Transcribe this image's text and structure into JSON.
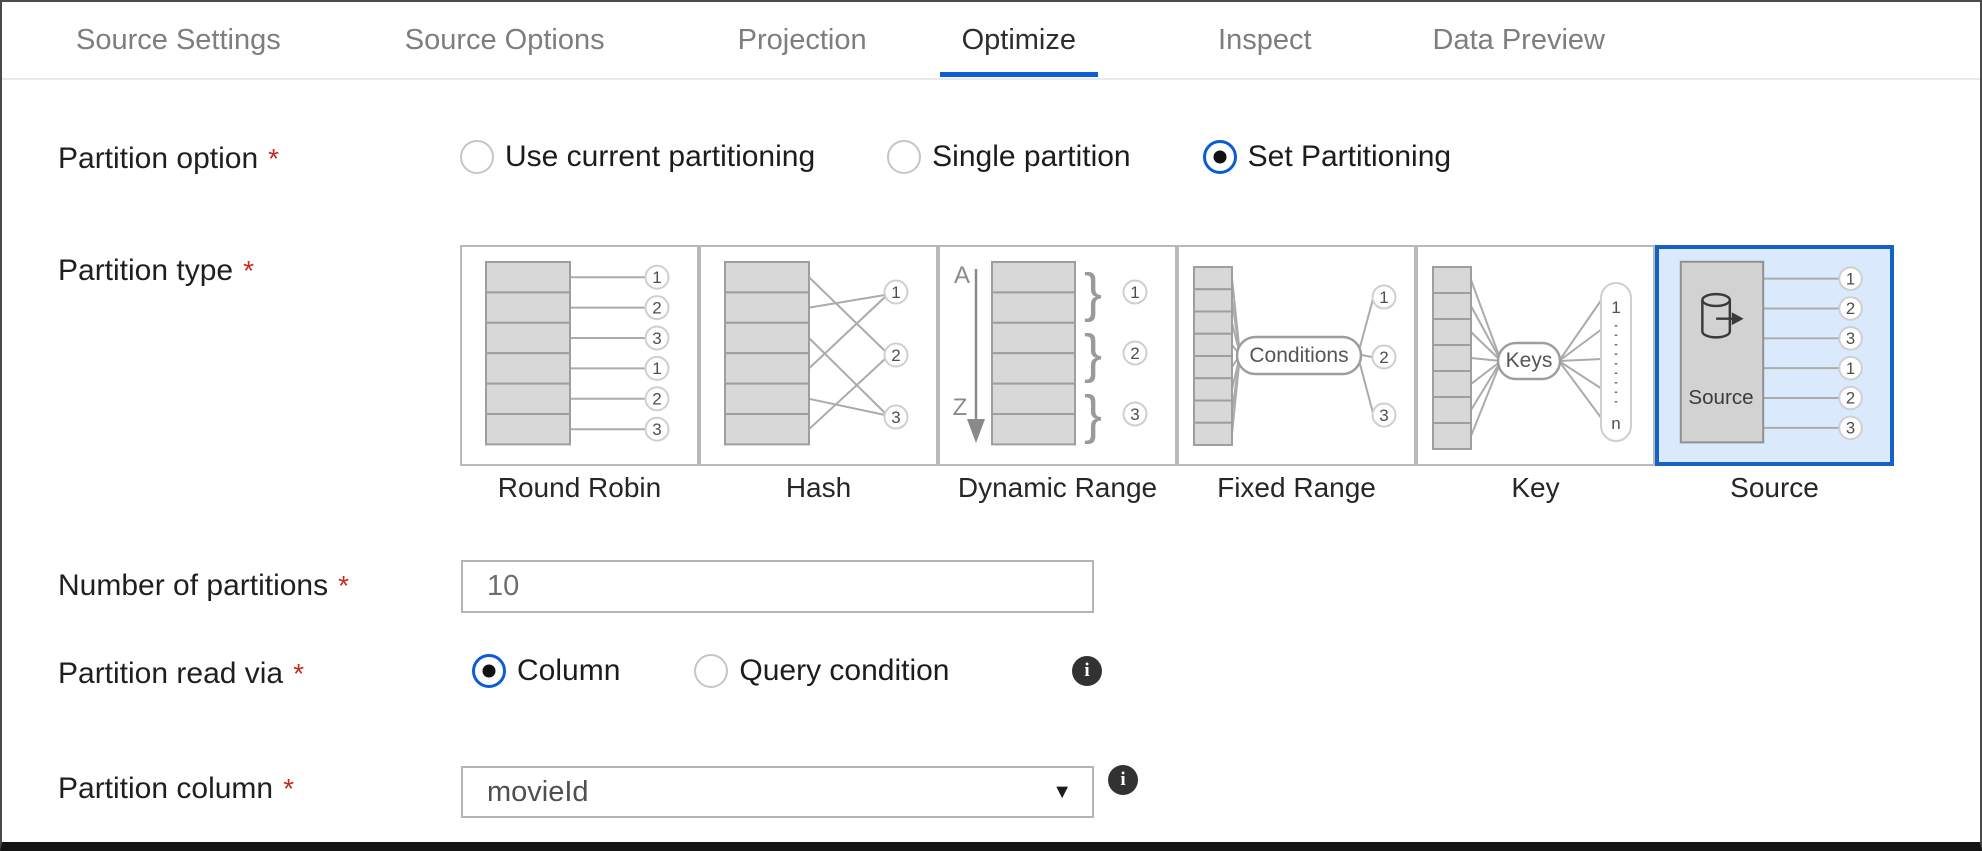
{
  "tabs": [
    {
      "label": "Source Settings",
      "active": false
    },
    {
      "label": "Source Options",
      "active": false
    },
    {
      "label": "Projection",
      "active": false
    },
    {
      "label": "Optimize",
      "active": true
    },
    {
      "label": "Inspect",
      "active": false
    },
    {
      "label": "Data Preview",
      "active": false
    }
  ],
  "form": {
    "partition_option": {
      "label": "Partition option",
      "required": "*",
      "options": [
        {
          "label": "Use current partitioning",
          "selected": false
        },
        {
          "label": "Single partition",
          "selected": false
        },
        {
          "label": "Set Partitioning",
          "selected": true
        }
      ]
    },
    "partition_type": {
      "label": "Partition type",
      "required": "*",
      "selected": "Source",
      "tiles": [
        {
          "caption": "Round Robin",
          "circles": [
            "1",
            "2",
            "3",
            "1",
            "2",
            "3"
          ]
        },
        {
          "caption": "Hash",
          "circles": [
            "1",
            "2",
            "3"
          ]
        },
        {
          "caption": "Dynamic Range",
          "top_label": "A",
          "bottom_label": "Z",
          "circles": [
            "1",
            "2",
            "3"
          ]
        },
        {
          "caption": "Fixed Range",
          "pill": "Conditions",
          "circles": [
            "1",
            "2",
            "3"
          ]
        },
        {
          "caption": "Key",
          "pill": "Keys",
          "range_top": "1",
          "range_bottom": "n"
        },
        {
          "caption": "Source",
          "box_label": "Source",
          "circles": [
            "1",
            "2",
            "3",
            "1",
            "2",
            "3"
          ],
          "selected": true
        }
      ]
    },
    "number_of_partitions": {
      "label": "Number of partitions",
      "required": "*",
      "value": "10"
    },
    "partition_read_via": {
      "label": "Partition read via",
      "required": "*",
      "options": [
        {
          "label": "Column",
          "selected": true
        },
        {
          "label": "Query condition",
          "selected": false
        }
      ],
      "info_icon": "i"
    },
    "partition_column": {
      "label": "Partition column",
      "required": "*",
      "value": "movieId",
      "caret": "▼",
      "info_icon": "i"
    }
  },
  "colors": {
    "accent": "#0b5cd5",
    "selected_tile_border": "#1362c4",
    "selected_tile_bg": "#daeafc",
    "required_red": "#c42b1c"
  }
}
